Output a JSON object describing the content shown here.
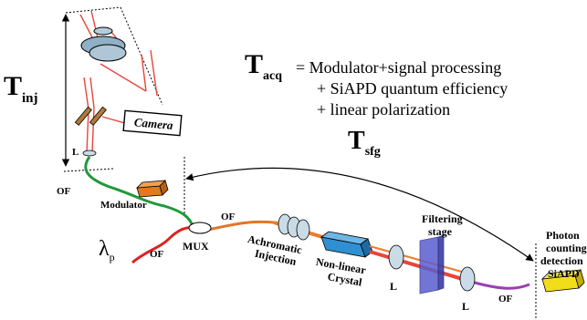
{
  "labels": {
    "t_inj_main": "T",
    "t_inj_sub": "inj",
    "t_sfg_main": "T",
    "t_sfg_sub": "sfg",
    "t_acq_main": "T",
    "t_acq_sub": "acq",
    "equation_line1": "= Modulator+signal processing",
    "equation_line2": "+ SiAPD quantum efficiency",
    "equation_line3": "+ linear polarization",
    "camera": "Camera",
    "lens": "L",
    "of": "OF",
    "modulator": "Modulator",
    "mux": "MUX",
    "lambda_main": "λ",
    "lambda_sub": "p",
    "achromatic_line1": "Achromatic",
    "achromatic_line2": "Injection",
    "crystal_line1": "Non-linear",
    "crystal_line2": "Crystal",
    "filtering_line1": "Filtering",
    "filtering_line2": "stage",
    "detection_line1": "Photon",
    "detection_line2": "counting",
    "detection_line3": "detection",
    "detection_line4": "SiAPD"
  },
  "colors": {
    "beam_red": "#e8463a",
    "beam_orange": "#f07a2a",
    "fiber_green": "#1f9a3a",
    "fiber_red": "#e02020",
    "fiber_orange": "#e0762a",
    "fiber_purple": "#9b3fb0",
    "modulator_box": "#e07a1e",
    "crystal_blue": "#2f8fd0",
    "filter_blue": "#5a5ed0",
    "detector_yellow": "#f2dd1a",
    "optic_fill": "#c9dbe6"
  }
}
